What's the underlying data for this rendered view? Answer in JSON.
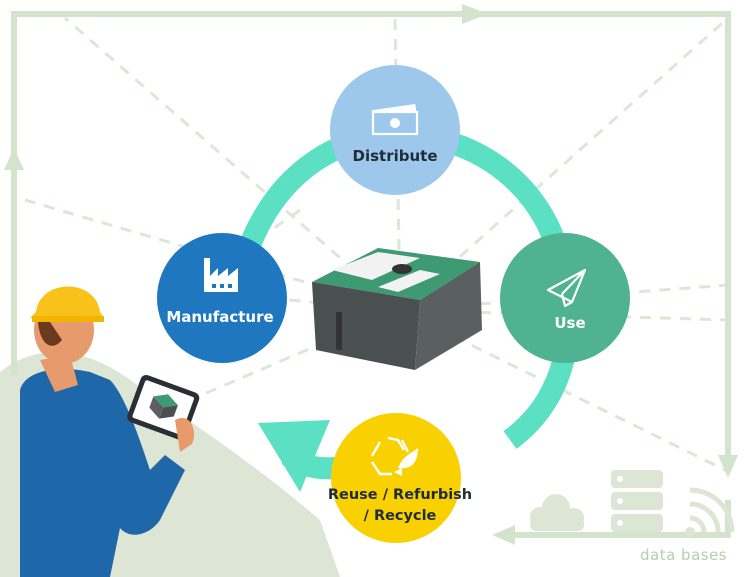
{
  "diagram": {
    "title": "",
    "nodes": {
      "distribute": {
        "label": "Distribute",
        "icon": "cash-icon",
        "color": "#9dc8ec"
      },
      "use": {
        "label": "Use",
        "icon": "paper-plane-icon",
        "color": "#4fb391"
      },
      "reuse": {
        "label": "Reuse / Refurbish\n/ Recycle",
        "line1": "Reuse / Refurbish",
        "line2": "/ Recycle",
        "icon": "recycle-icon",
        "color": "#f9d100"
      },
      "manufacture": {
        "label": "Manufacture",
        "icon": "factory-icon",
        "color": "#1f77c0"
      }
    },
    "center_object": "ink-cartridge",
    "database": {
      "label": "data bases",
      "icons": [
        "cloud-icon",
        "database-icon",
        "wireless-icon"
      ]
    },
    "person": {
      "description_icon": "worker-with-tablet"
    },
    "colors": {
      "cycle_ring": "#5ce0c3",
      "frame_line": "#d4e3cc",
      "dashed_rays": "#dbe8d4",
      "hill": "#dde6d5"
    }
  }
}
